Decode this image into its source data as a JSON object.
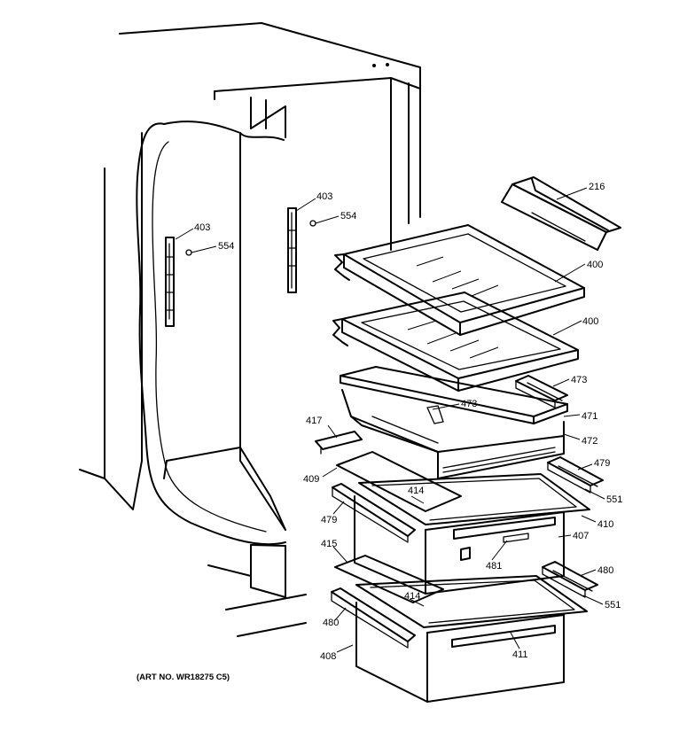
{
  "art_number": "(ART NO. WR18275 C5)",
  "callouts": [
    {
      "id": "c216",
      "text": "216"
    },
    {
      "id": "c400a",
      "text": "400"
    },
    {
      "id": "c400b",
      "text": "400"
    },
    {
      "id": "c403a",
      "text": "403"
    },
    {
      "id": "c554a",
      "text": "554"
    },
    {
      "id": "c403b",
      "text": "403"
    },
    {
      "id": "c554b",
      "text": "554"
    },
    {
      "id": "c473a",
      "text": "473"
    },
    {
      "id": "c473b",
      "text": "473"
    },
    {
      "id": "c471",
      "text": "471"
    },
    {
      "id": "c472",
      "text": "472"
    },
    {
      "id": "c417",
      "text": "417"
    },
    {
      "id": "c479a",
      "text": "479"
    },
    {
      "id": "c409",
      "text": "409"
    },
    {
      "id": "c414a",
      "text": "414"
    },
    {
      "id": "c551a",
      "text": "551"
    },
    {
      "id": "c479b",
      "text": "479"
    },
    {
      "id": "c410",
      "text": "410"
    },
    {
      "id": "c407",
      "text": "407"
    },
    {
      "id": "c415",
      "text": "415"
    },
    {
      "id": "c481",
      "text": "481"
    },
    {
      "id": "c480a",
      "text": "480"
    },
    {
      "id": "c414b",
      "text": "414"
    },
    {
      "id": "c551b",
      "text": "551"
    },
    {
      "id": "c480b",
      "text": "480"
    },
    {
      "id": "c408",
      "text": "408"
    },
    {
      "id": "c411",
      "text": "411"
    }
  ]
}
